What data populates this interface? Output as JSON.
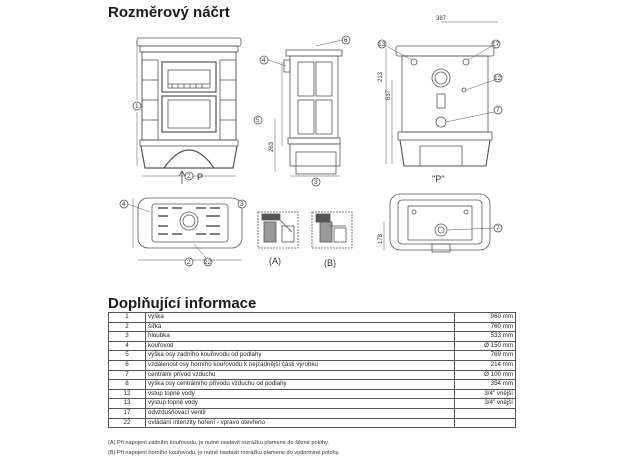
{
  "headings": {
    "sketch": "Rozměrový náčrt",
    "info": "Doplňující informace"
  },
  "drawing": {
    "dimensions": {
      "top_width": "387",
      "height_213": "213",
      "height_263": "263",
      "height_637": "637",
      "depth_178": "178"
    },
    "callouts": [
      "1",
      "2",
      "3",
      "4",
      "5",
      "6",
      "7",
      "12",
      "13",
      "17",
      "22"
    ],
    "view_labels": {
      "arrow_p": "P",
      "view_p": "\"P\"",
      "detail_a": "(A)",
      "detail_b": "(B)"
    }
  },
  "table": {
    "rows": [
      {
        "num": "1",
        "desc": "výška",
        "value": "960 mm"
      },
      {
        "num": "2",
        "desc": "šířka",
        "value": "760 mm"
      },
      {
        "num": "3",
        "desc": "hloubka",
        "value": "533 mm"
      },
      {
        "num": "4",
        "desc": "kouřovod",
        "value": "Ø 150 mm"
      },
      {
        "num": "5",
        "desc": "výška osy zadního kouřovodu od podlahy",
        "value": "769 mm"
      },
      {
        "num": "6",
        "desc": "vzdálenost osy horního kouřovodu k nejzadnější části výrobku",
        "value": "214 mm"
      },
      {
        "num": "7",
        "desc": "centrální přívod vzduchu",
        "value": "Ø 100 mm"
      },
      {
        "num": "8",
        "desc": "výška osy centrálního přívodu vzduchu od podlahy",
        "value": "354 mm"
      },
      {
        "num": "12",
        "desc": "vstup topné vody",
        "value": "3/4\" vnější"
      },
      {
        "num": "13",
        "desc": "výstup topné vody",
        "value": "3/4\" vnější"
      },
      {
        "num": "17",
        "desc": "odvzdušňovací ventil",
        "value": ""
      },
      {
        "num": "22",
        "desc": "ovládání intenzity hoření - vpravo otevřeno",
        "value": ""
      }
    ]
  },
  "notes": [
    "(A) Při napojení zadního kouřovodu, je nutné nastavit rozrážku plamene do šikmé polohy.",
    "(B) Při napojení horního kouřovodu, je nutné nastavit rozrážku plamene do vodorovné polohy."
  ]
}
